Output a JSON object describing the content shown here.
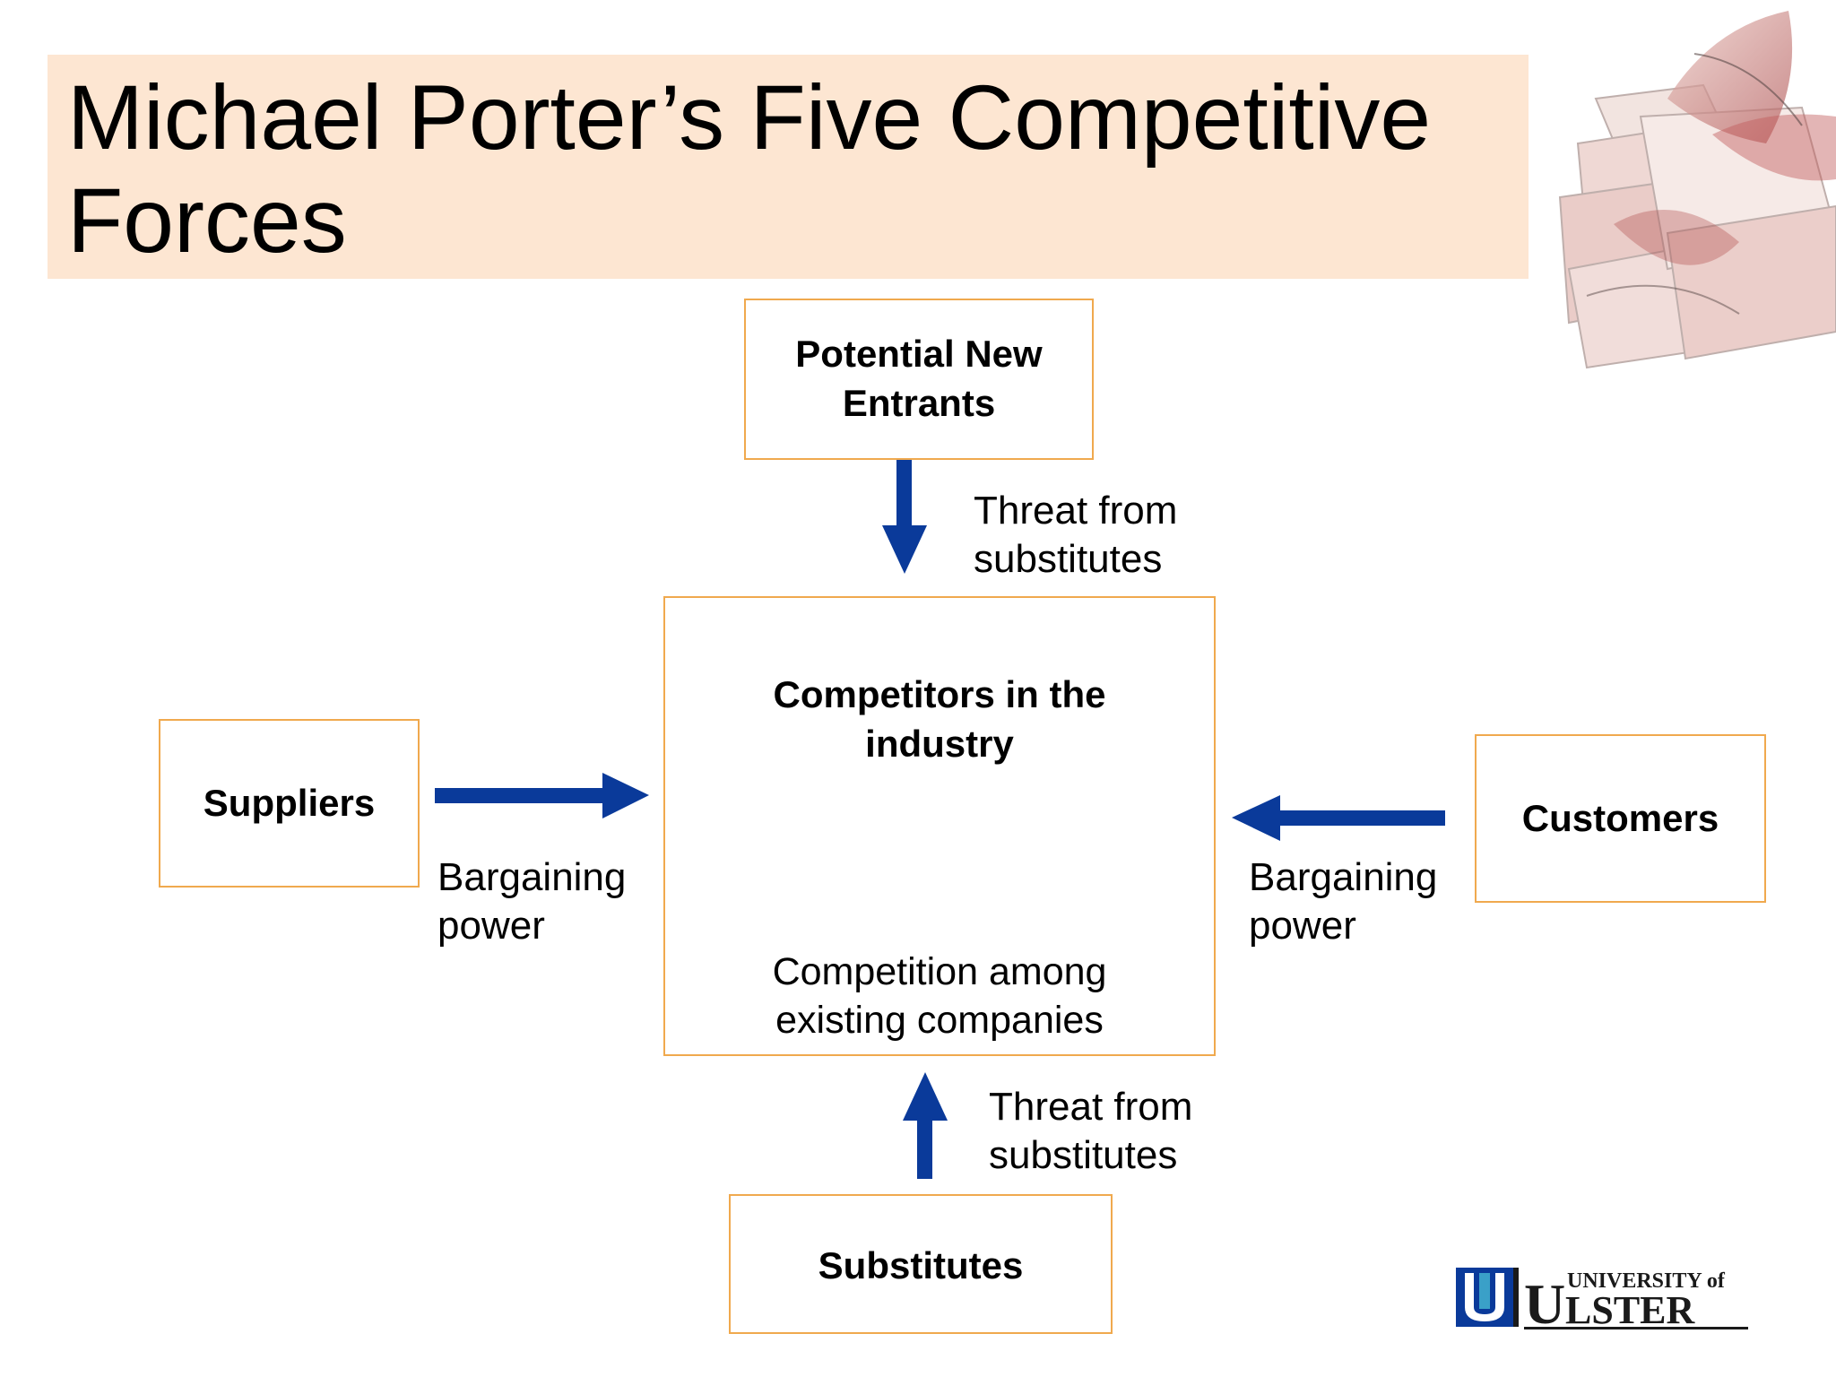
{
  "slide": {
    "title": "Michael Porter’s Five Competitive Forces"
  },
  "forces": {
    "new_entrants": "Potential New Entrants",
    "competitors": "Competitors in the industry",
    "competition_text": "Competition among existing companies",
    "suppliers": "Suppliers",
    "customers": "Customers",
    "substitutes": "Substitutes"
  },
  "flows": {
    "top_label": "Threat from substitutes",
    "bottom_label": "Threat from substitutes",
    "left_label": "Bargaining power",
    "right_label": "Bargaining power"
  },
  "logo": {
    "university_of": "UNIVERSITY of",
    "ulster": "ULSTER"
  },
  "colors": {
    "arrow": "#0a3a9a",
    "box_border": "#f0a94e",
    "title_band": "#fde6d2"
  }
}
